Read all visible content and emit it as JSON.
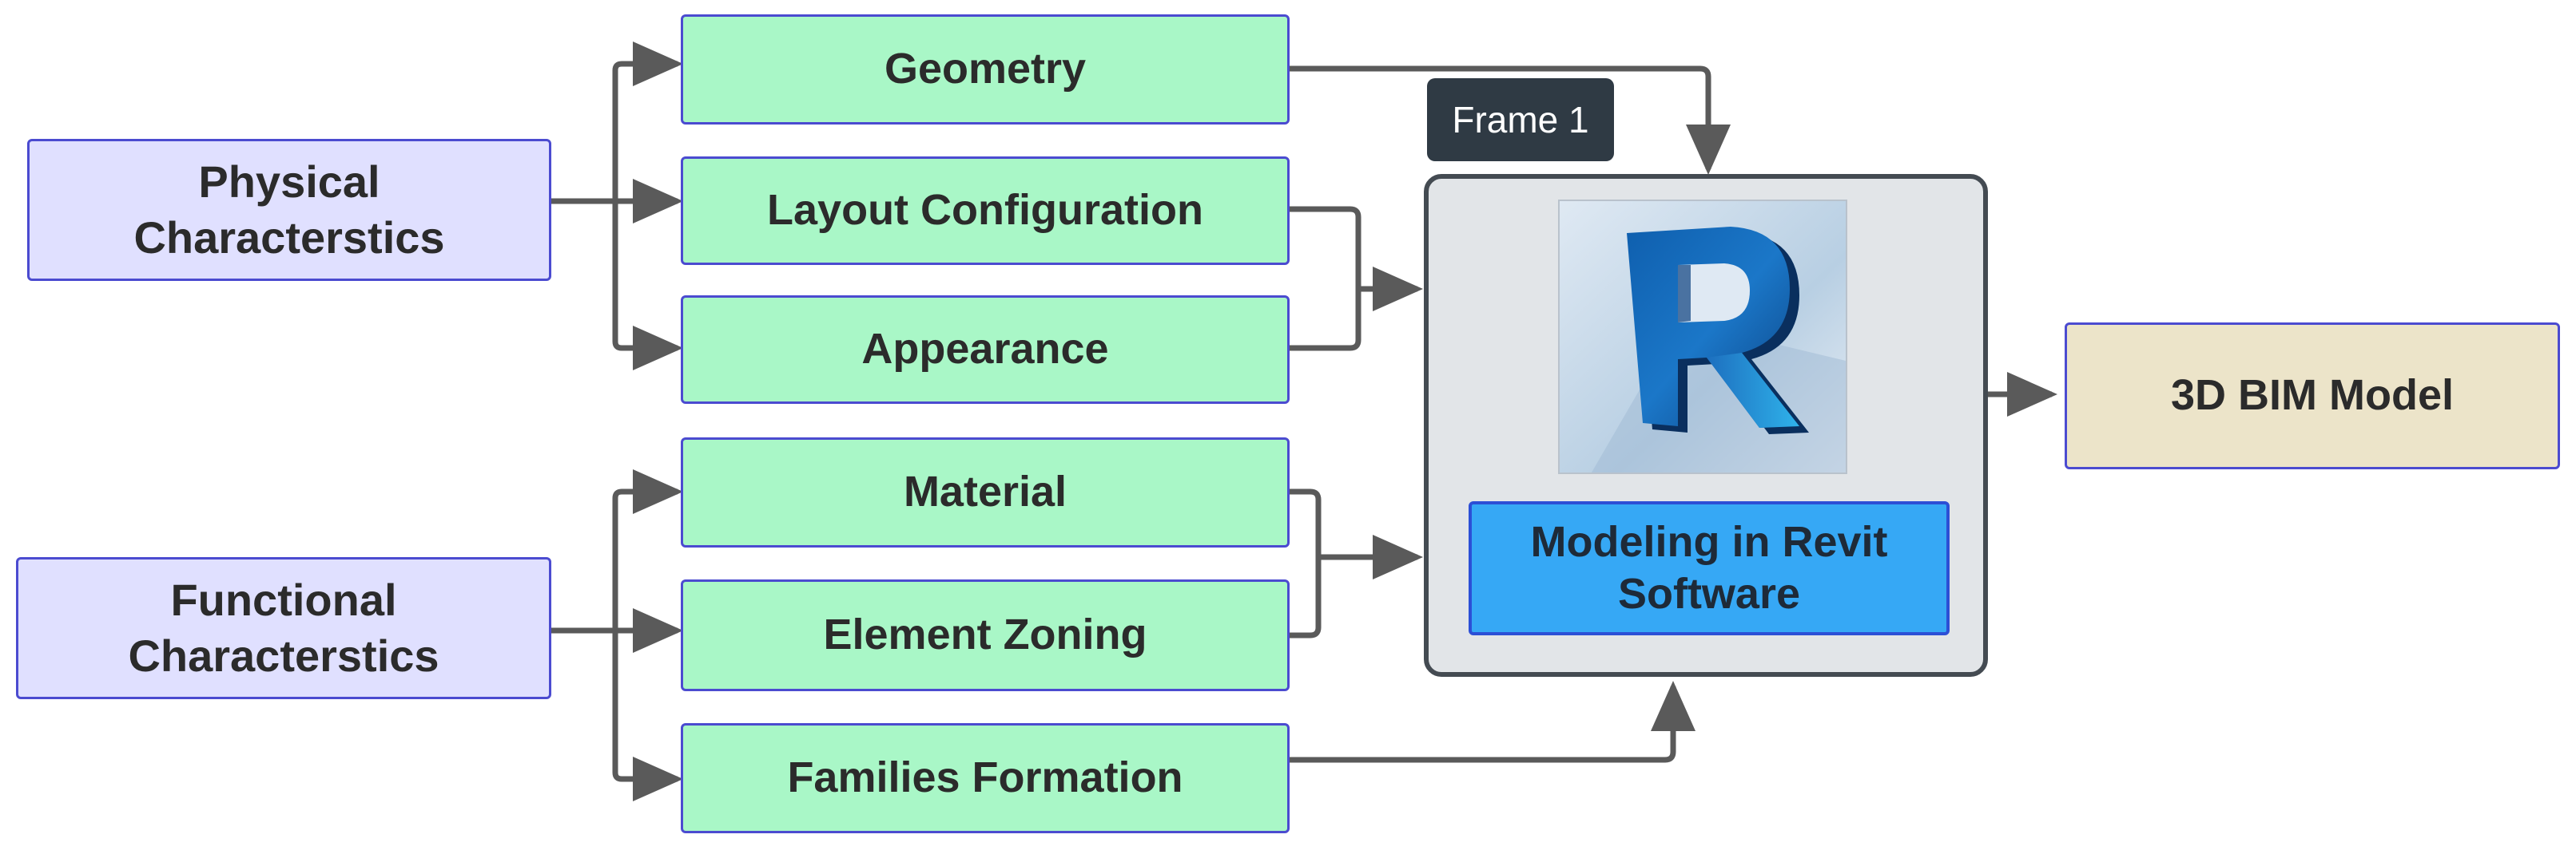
{
  "diagram": {
    "inputs": [
      {
        "id": "physical",
        "label": "Physical\nCharacterstics"
      },
      {
        "id": "functional",
        "label": "Functional\nCharacterstics"
      }
    ],
    "features": [
      {
        "id": "geometry",
        "label": "Geometry"
      },
      {
        "id": "layout",
        "label": "Layout Configuration"
      },
      {
        "id": "appearance",
        "label": "Appearance"
      },
      {
        "id": "material",
        "label": "Material"
      },
      {
        "id": "zoning",
        "label": "Element Zoning"
      },
      {
        "id": "families",
        "label": "Families Formation"
      }
    ],
    "frame": {
      "tag": "Frame 1",
      "logo_icon": "revit-logo-icon",
      "label": "Modeling in Revit\nSoftware"
    },
    "output": {
      "label": "3D BIM Model"
    },
    "colors": {
      "input_fill": "#e0e0ff",
      "feature_fill": "#a9f7c7",
      "output_fill": "#ece4c9",
      "border": "#4b4bd0",
      "arrow": "#5a5a5a",
      "frame_fill": "#e2e5e8",
      "label_fill": "#36a8f5"
    }
  }
}
